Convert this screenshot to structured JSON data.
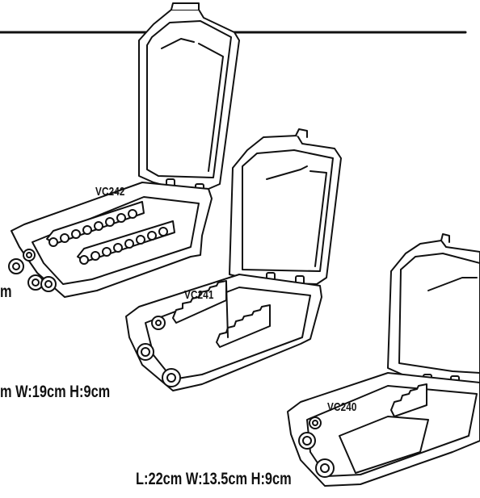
{
  "products": [
    {
      "model": "VC242",
      "dimensions": "m"
    },
    {
      "model": "VC241",
      "dimensions": "m W:19cm H:9cm"
    },
    {
      "model": "VC240",
      "dimensions": "L:22cm W:13.5cm H:9cm"
    }
  ],
  "colors": {
    "ink": "#111111",
    "background": "#ffffff"
  }
}
